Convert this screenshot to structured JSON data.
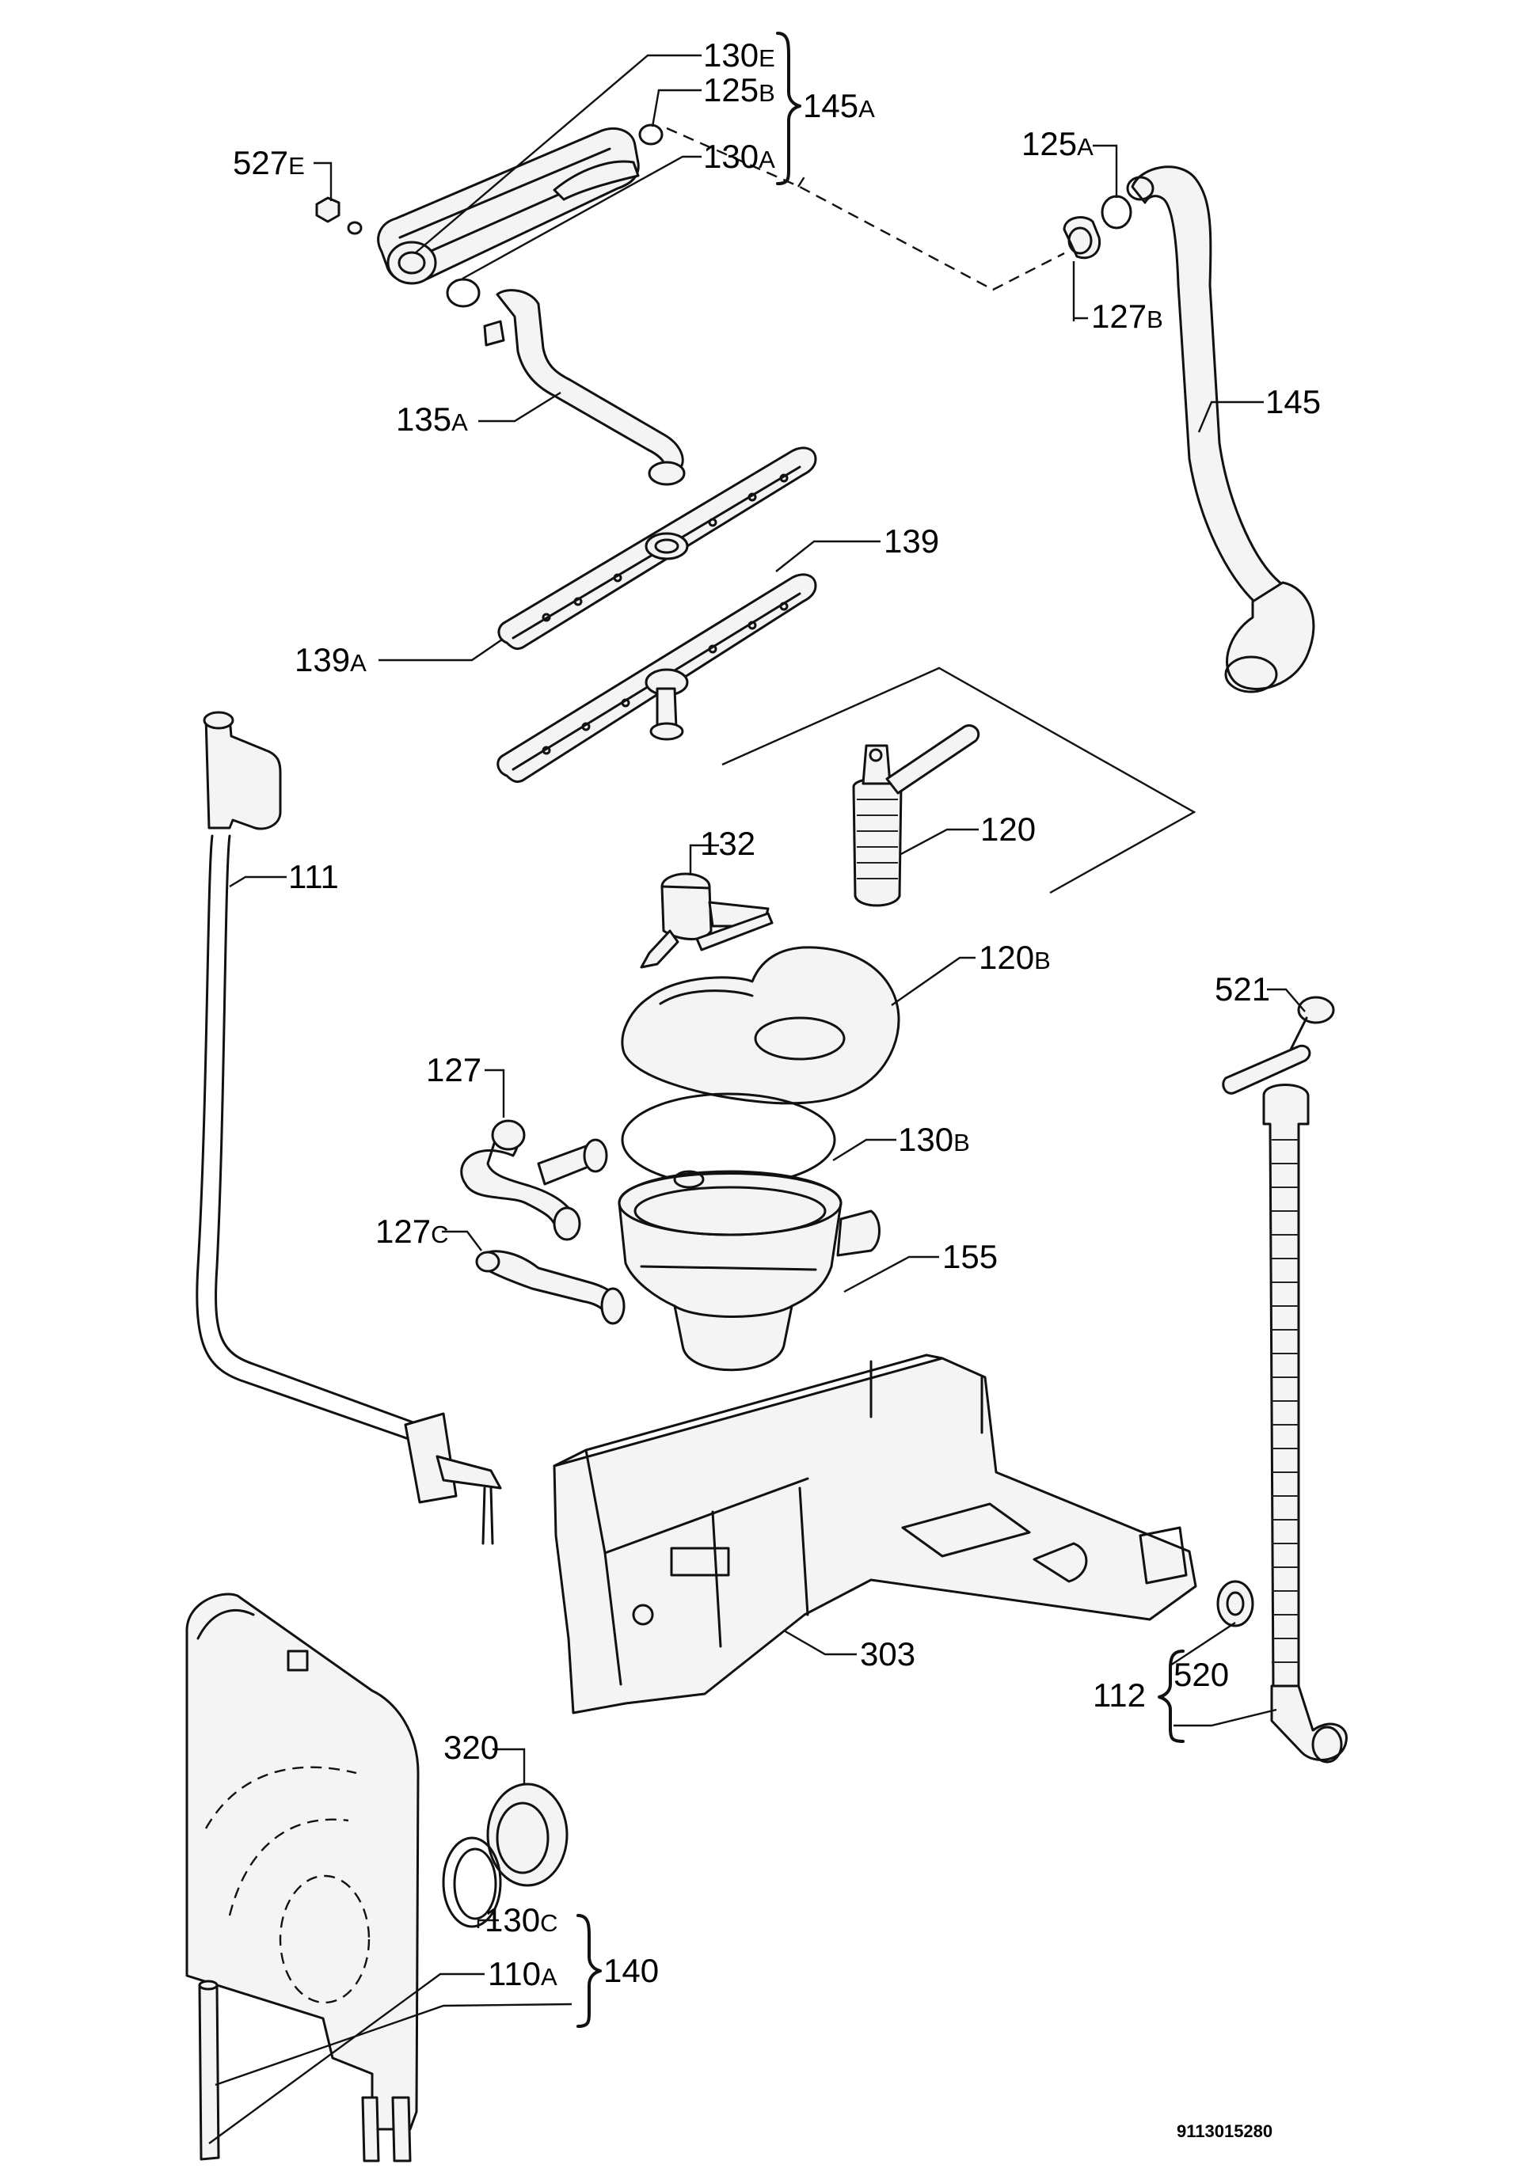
{
  "labels": {
    "l130e": {
      "num": "130",
      "sfx": "E"
    },
    "l125b": {
      "num": "125",
      "sfx": "B"
    },
    "l145a": {
      "num": "145",
      "sfx": "A"
    },
    "l130a": {
      "num": "130",
      "sfx": "A"
    },
    "l527e": {
      "num": "527",
      "sfx": "E"
    },
    "l125a": {
      "num": "125",
      "sfx": "A"
    },
    "l127b": {
      "num": "127",
      "sfx": "B"
    },
    "l145": {
      "num": "145",
      "sfx": ""
    },
    "l135a": {
      "num": "135",
      "sfx": "A"
    },
    "l139": {
      "num": "139",
      "sfx": ""
    },
    "l139a": {
      "num": "139",
      "sfx": "A"
    },
    "l111": {
      "num": "111",
      "sfx": ""
    },
    "l132": {
      "num": "132",
      "sfx": ""
    },
    "l120": {
      "num": "120",
      "sfx": ""
    },
    "l120b": {
      "num": "120",
      "sfx": "B"
    },
    "l521": {
      "num": "521",
      "sfx": ""
    },
    "l127": {
      "num": "127",
      "sfx": ""
    },
    "l130b": {
      "num": "130",
      "sfx": "B"
    },
    "l127c": {
      "num": "127",
      "sfx": "C"
    },
    "l155": {
      "num": "155",
      "sfx": ""
    },
    "l303": {
      "num": "303",
      "sfx": ""
    },
    "l112": {
      "num": "112",
      "sfx": ""
    },
    "l520": {
      "num": "520",
      "sfx": ""
    },
    "l320": {
      "num": "320",
      "sfx": ""
    },
    "l130c": {
      "num": "130",
      "sfx": "C"
    },
    "l110a": {
      "num": "110",
      "sfx": "A"
    },
    "l140": {
      "num": "140",
      "sfx": ""
    }
  },
  "drawing_code": "9113015280"
}
